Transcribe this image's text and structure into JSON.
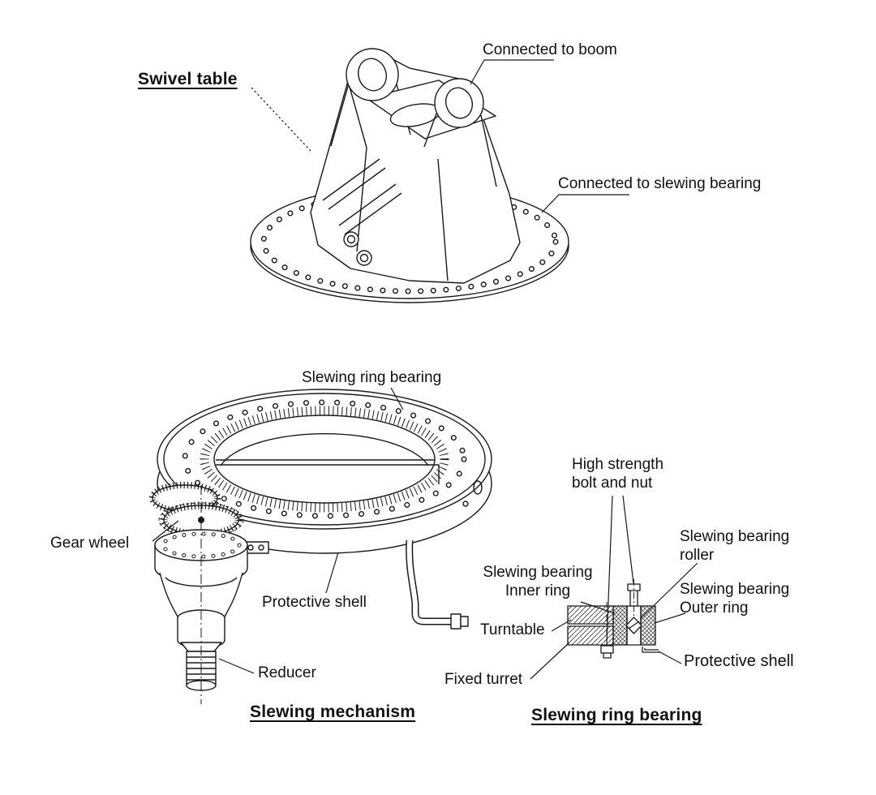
{
  "page": {
    "background": "#ffffff",
    "line_color": "#1a1a1a"
  },
  "swivel_table": {
    "heading": "Swivel table",
    "callouts": {
      "boom": "Connected to boom",
      "slewing": "Connected to slewing bearing"
    }
  },
  "slewing_mechanism": {
    "heading": "Slewing mechanism",
    "callouts": {
      "ring_bearing": "Slewing ring bearing",
      "gear_wheel": "Gear wheel",
      "protective_shell": "Protective shell",
      "reducer": "Reducer"
    }
  },
  "ring_bearing_section": {
    "heading": "Slewing ring bearing",
    "callouts": {
      "bolt_nut": "High strength\nbolt and nut",
      "roller": "Slewing bearing\nroller",
      "inner_ring": "Slewing bearing\nInner ring",
      "outer_ring": "Slewing bearing\nOuter ring",
      "turntable": "Turntable",
      "fixed_turret": "Fixed turret",
      "protective_shell": "Protective shell"
    }
  }
}
